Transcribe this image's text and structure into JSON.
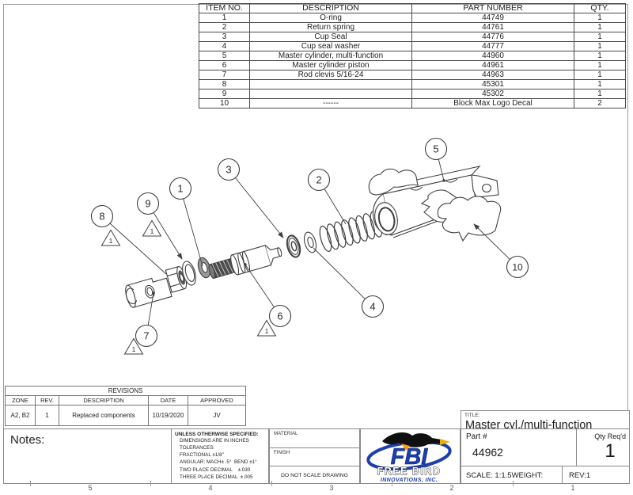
{
  "sheet": {
    "zone_labels": [
      "5",
      "4",
      "3",
      "2",
      "1"
    ]
  },
  "parts_table": {
    "headers": [
      "ITEM NO.",
      "DESCRIPTION",
      "PART NUMBER",
      "QTY."
    ],
    "rows": [
      [
        "1",
        "O-ring",
        "44749",
        "1"
      ],
      [
        "2",
        "Return spring",
        "44761",
        "1"
      ],
      [
        "3",
        "Cup Seal",
        "44776",
        "1"
      ],
      [
        "4",
        "Cup seal washer",
        "44777",
        "1"
      ],
      [
        "5",
        "Master cylinder, multi-function",
        "44960",
        "1"
      ],
      [
        "6",
        "Master cylinder piston",
        "44961",
        "1"
      ],
      [
        "7",
        "Rod clevis 5/16-24",
        "44963",
        "1"
      ],
      [
        "8",
        "",
        "45301",
        "1"
      ],
      [
        "9",
        "",
        "45302",
        "1"
      ],
      [
        "10",
        "------",
        "Block Max Logo Decal",
        "2"
      ]
    ]
  },
  "revisions": {
    "title": "REVISIONS",
    "headers": [
      "ZONE",
      "REV.",
      "DESCRIPTION",
      "DATE",
      "APPROVED"
    ],
    "row": [
      "A2, B2",
      "1",
      "Replaced components",
      "10/19/2020",
      "JV"
    ]
  },
  "notes_label": "Notes:",
  "tolerance_block": {
    "title": "UNLESS OTHERWISE SPECIFIED:",
    "lines": [
      "DIMENSIONS ARE IN INCHES",
      "TOLERANCES:",
      "FRACTIONAL ±1/8\"",
      "ANGULAR: MACH± .5°  BEND ±1°",
      "TWO PLACE DECIMAL    ±.030",
      "THREE PLACE DECIMAL  ±.005"
    ]
  },
  "title_block": {
    "material_label": "MATERIAL",
    "finish_label": "FINISH",
    "no_scale_label": "DO NOT SCALE DRAWING",
    "title_label": "TITLE:",
    "title": "Master cyl./multi-function",
    "part_label": "Part #",
    "part_number": "44962",
    "qty_label": "Qty Req'd",
    "qty_value": "1",
    "scale_label": "SCALE: 1:1.5",
    "weight_label": "WEIGHT:",
    "rev_label": "REV:1"
  },
  "logo": {
    "acronym": "FBI",
    "name": "FREE BIRD",
    "subtitle": "INNOVATIONS, INC.",
    "blue": "#1d3fad",
    "yellow": "#eab000"
  },
  "drawing": {
    "balloons": [
      {
        "n": "1"
      },
      {
        "n": "2"
      },
      {
        "n": "3"
      },
      {
        "n": "4"
      },
      {
        "n": "5"
      },
      {
        "n": "6"
      },
      {
        "n": "7"
      },
      {
        "n": "8"
      },
      {
        "n": "9"
      },
      {
        "n": "10"
      }
    ],
    "flag_note_label": "1"
  }
}
